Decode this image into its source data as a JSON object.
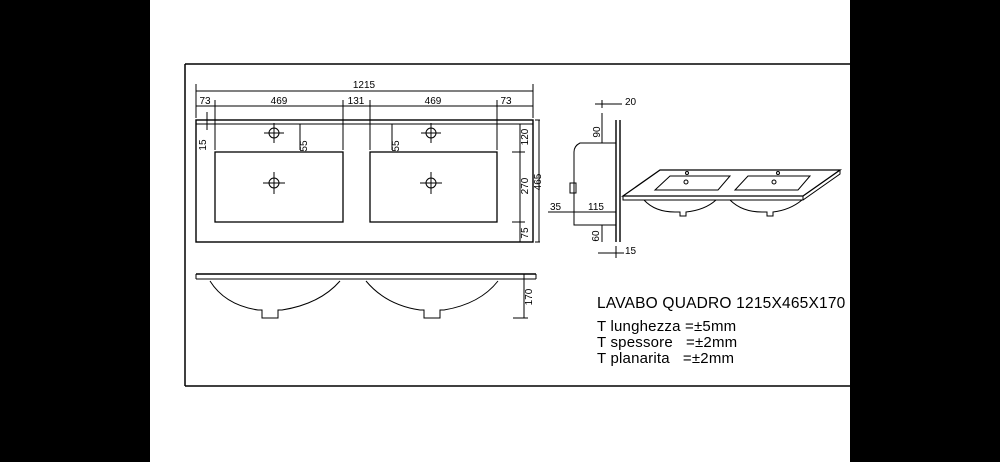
{
  "drawing": {
    "top_view": {
      "overall_width": "1215",
      "segments": [
        "73",
        "469",
        "131",
        "469",
        "73"
      ],
      "tap_offset": "15",
      "tap_to_bowl_left": "55",
      "tap_to_bowl_right": "55",
      "depth_back": "120",
      "depth_bowl": "270",
      "depth_front": "75",
      "depth_total": "465"
    },
    "front_view": {
      "height": "170"
    },
    "side_view": {
      "top_thickness": "20",
      "back_drop": "90",
      "bottom_offset": "35",
      "bowl_depth": "115",
      "front_lip": "60",
      "front_thickness": "15"
    }
  },
  "spec": {
    "title": "LAVABO QUADRO 1215X465X170",
    "tolerances": [
      "T lunghezza =±5mm",
      "T spessore   =±2mm",
      "T planarita   =±2mm"
    ]
  }
}
